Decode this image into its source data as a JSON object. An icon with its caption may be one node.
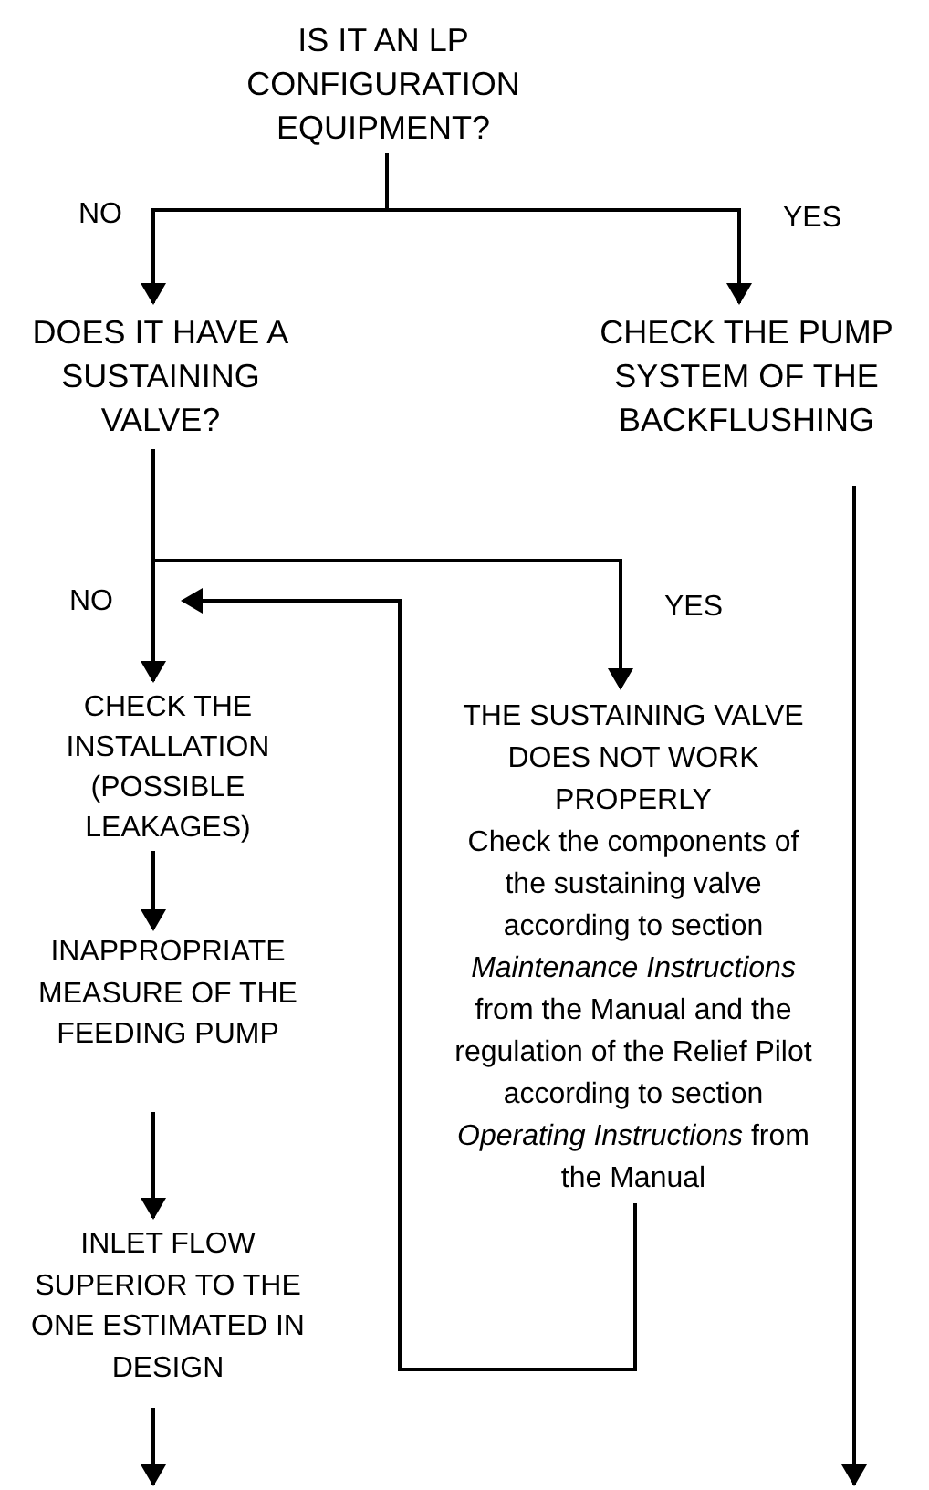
{
  "diagram": {
    "nodes": [
      {
        "text": [
          "IS IT AN LP CONFIGURATION EQUIPMENT?"
        ]
      },
      {
        "text": [
          "DOES IT HAVE A SUSTAINING VALVE?"
        ]
      },
      {
        "text": [
          "CHECK THE PUMP SYSTEM OF THE BACKFLUSHING"
        ]
      },
      {
        "text": [
          "THE SUSTAINING VALVE DOES NOT WORK PROPERLY",
          "Check the components of the sustaining valve according to section *Maintenance Instructions* from the Manual and the regulation of the Relief Pilot according to section *Operating Instructions* from the Manual"
        ]
      },
      {
        "text": [
          "CHECK THE INSTALLATION (POSSIBLE LEAKAGES)"
        ]
      },
      {
        "text": [
          "INAPPROPRIATE MEASURE OF THE FEEDING PUMP"
        ]
      },
      {
        "text": [
          "INLET FLOW SUPERIOR TO THE ONE ESTIMATED IN DESIGN"
        ]
      }
    ],
    "edges": [
      {
        "from": 0,
        "to": 1,
        "arrow": "to",
        "label": "NO"
      },
      {
        "from": 0,
        "to": 2,
        "arrow": "to",
        "label": "YES"
      },
      {
        "from": 1,
        "to": 4,
        "arrow": "to",
        "label": "NO"
      },
      {
        "from": 1,
        "to": 3,
        "arrow": "to",
        "label": "YES"
      },
      {
        "from": 3,
        "to": 4,
        "arrow": "to"
      },
      {
        "from": 4,
        "to": 5,
        "arrow": "to"
      },
      {
        "from": 5,
        "to": 6,
        "arrow": "to"
      },
      {
        "from": 6,
        "to": null,
        "arrow": "to"
      },
      {
        "from": 2,
        "to": null,
        "arrow": "to"
      }
    ]
  }
}
